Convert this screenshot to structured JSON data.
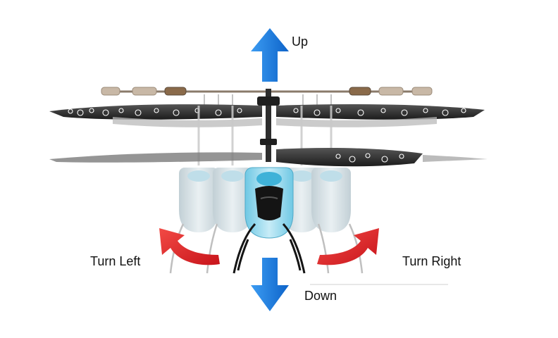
{
  "labels": {
    "up": "Up",
    "down": "Down",
    "turn_left": "Turn Left",
    "turn_right": "Turn Right"
  },
  "colors": {
    "vertical_arrow": "#1e7fe6",
    "turn_arrow": "#e3262b",
    "body": "#8fd6ec",
    "blade": "#2a2a2a"
  },
  "icons": {
    "subject": "helicopter-illustration",
    "up": "arrow-up-icon",
    "down": "arrow-down-icon",
    "turn_left": "curved-arrow-left-icon",
    "turn_right": "curved-arrow-right-icon"
  }
}
